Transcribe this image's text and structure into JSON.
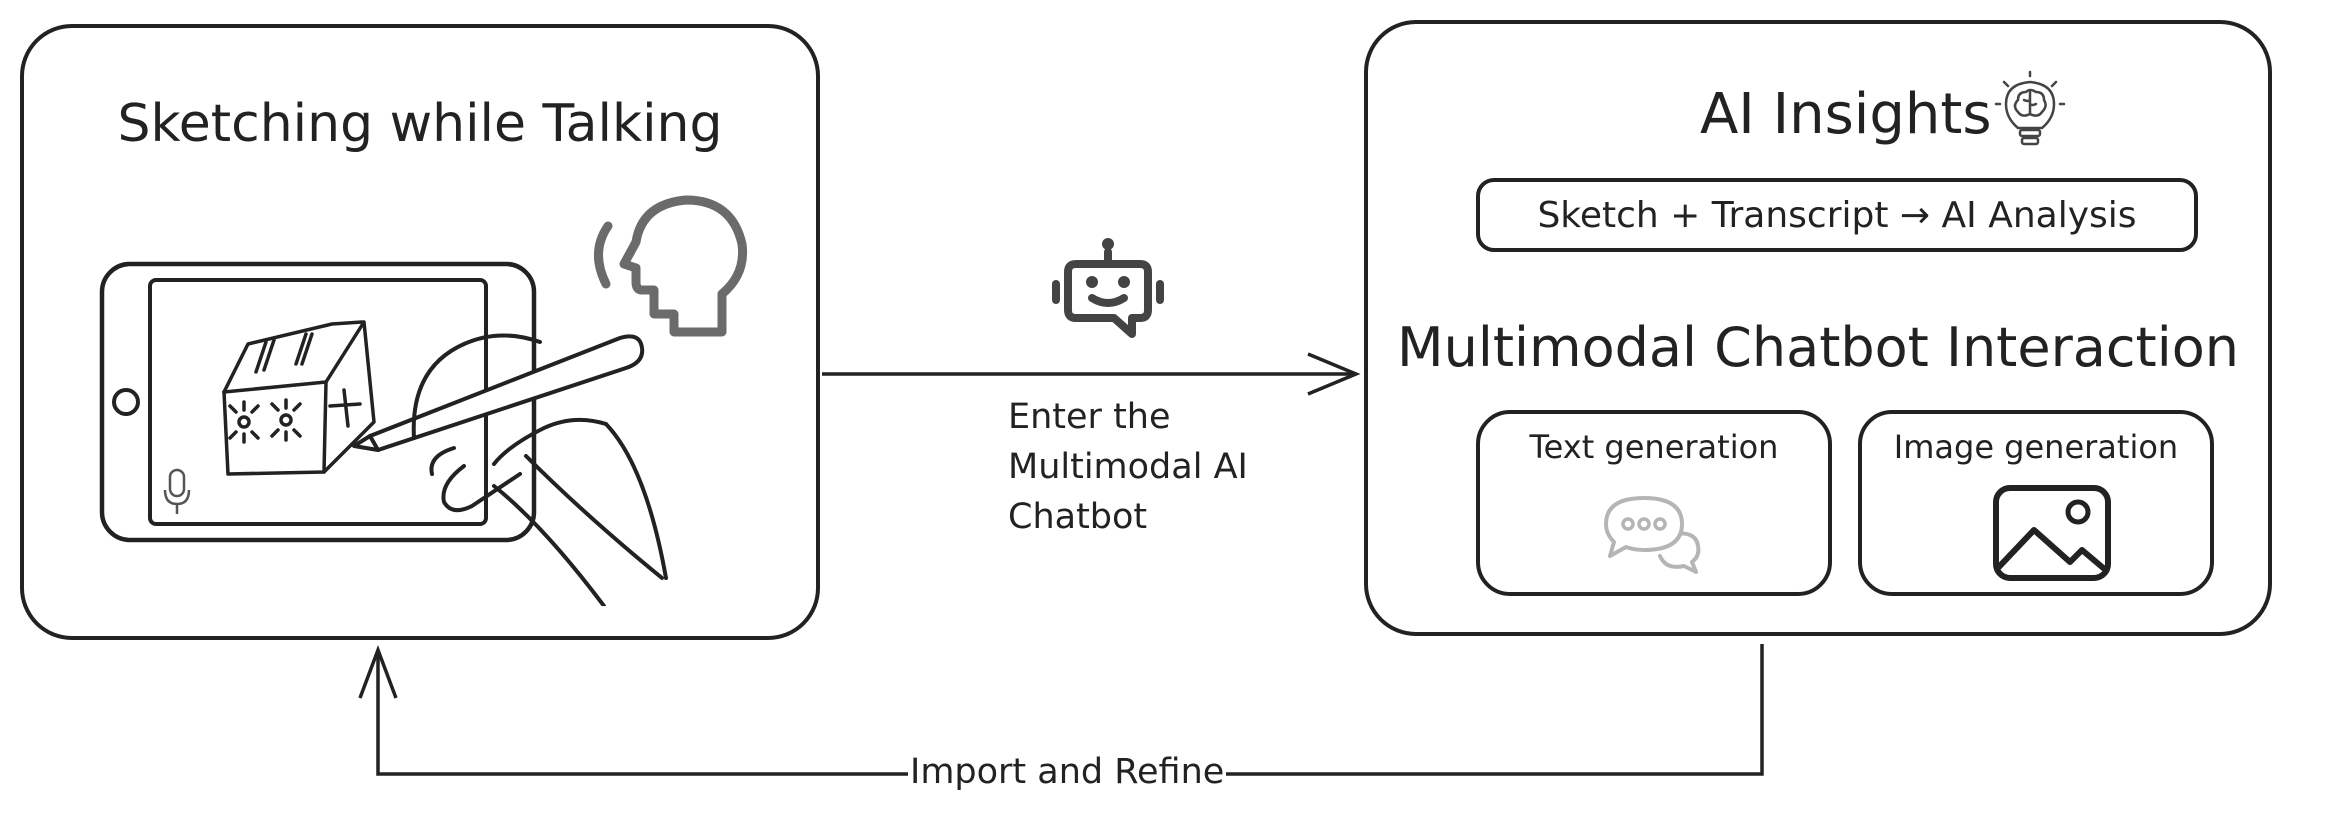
{
  "left_panel": {
    "title": "Sketching while Talking"
  },
  "right_panel": {
    "title": "AI Insights",
    "pipeline": "Sketch + Transcript → AI Analysis",
    "section_title": "Multimodal Chatbot Interaction",
    "cards": [
      {
        "label": "Text generation",
        "icon": "chat-bubbles-icon"
      },
      {
        "label": "Image generation",
        "icon": "image-icon"
      }
    ],
    "title_icon": "lightbulb-brain-icon"
  },
  "forward_arrow": {
    "label": "Enter the Multimodal AI Chatbot",
    "icon": "robot-chatbot-icon"
  },
  "feedback_arrow": {
    "label": "Import and Refine"
  },
  "icons": [
    "tablet-icon",
    "pen-hand-icon",
    "speaking-head-icon",
    "microphone-icon",
    "sketch-box-icon"
  ],
  "colors": {
    "stroke": "#222222",
    "gray_icon": "#6b6b6b",
    "light_gray_icon": "#b5b5b5"
  }
}
